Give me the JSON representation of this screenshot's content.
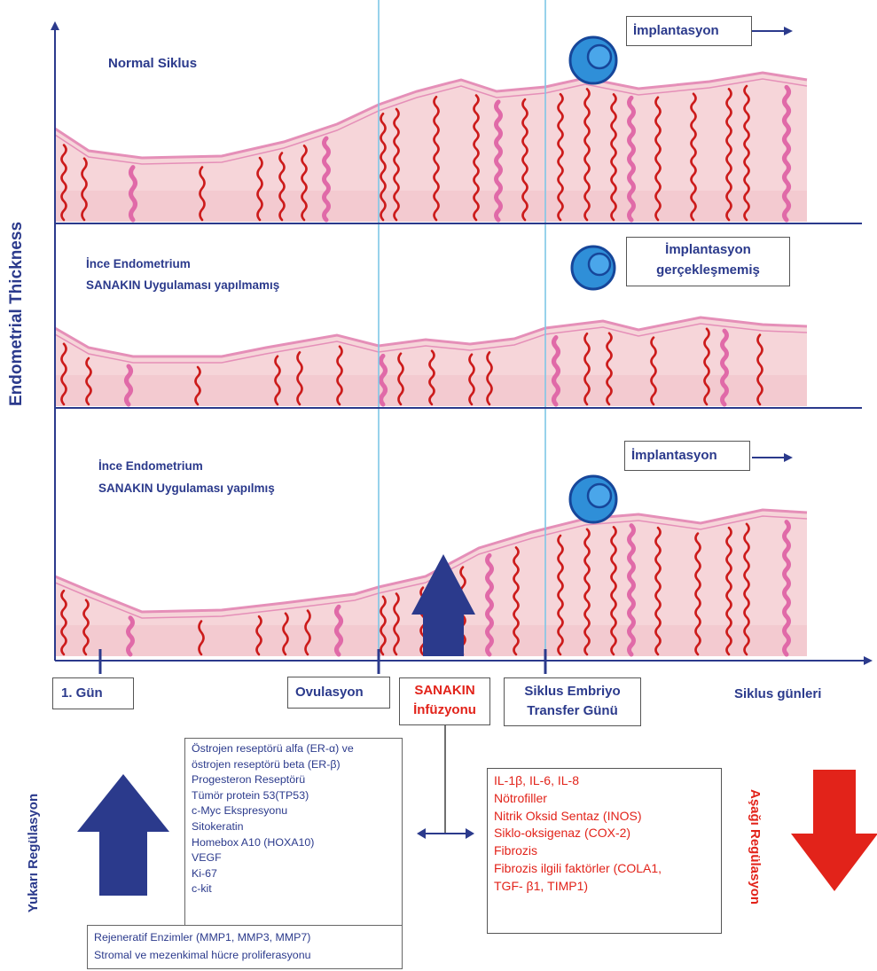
{
  "axis": {
    "y_label": "Endometrial Thickness",
    "x_label": "Siklus günleri"
  },
  "panels": [
    {
      "title": "Normal Siklus",
      "subtitle": "",
      "status": "İmplantasyon",
      "status_line2": ""
    },
    {
      "title": "İnce Endometrium",
      "subtitle": "SANAKIN Uygulaması yapılmamış",
      "status": "İmplantasyon",
      "status_line2": "gerçekleşmemiş"
    },
    {
      "title": "İnce Endometrium",
      "subtitle": "SANAKIN Uygulaması yapılmış",
      "status": "İmplantasyon",
      "status_line2": ""
    }
  ],
  "timeline": {
    "day1": "1. Gün",
    "ovulation": "Ovulasyon",
    "infusion_line1": "SANAKIN",
    "infusion_line2": "İnfüzyonu",
    "transfer_line1": "Siklus Embriyo",
    "transfer_line2": "Transfer Günü"
  },
  "upregulation": {
    "title": "Yukarı Regülasyon",
    "items": [
      "Östrojen reseptörü alfa (ER-α) ve",
      "östrojen reseptörü beta (ER-β)",
      "Progesteron Reseptörü",
      "Tümör protein 53(TP53)",
      "c-Myc Ekspresyonu",
      "Sitokeratin",
      "Homebox A10 (HOXA10)",
      "VEGF",
      "Ki-67",
      "c-kit"
    ],
    "extra_items": [
      "Rejeneratif Enzimler (MMP1, MMP3, MMP7)",
      "Stromal ve mezenkimal hücre proliferasyonu"
    ]
  },
  "downregulation": {
    "title": "Aşağı Regülasyon",
    "items": [
      "IL-1β, IL-6, IL-8",
      "Nötrofiller",
      "Nitrik Oksid Sentaz (INOS)",
      "Siklo-oksigenaz (COX-2)",
      "Fibrozis",
      "Fibrozis ilgili faktörler (COLA1,",
      "TGF- β1, TIMP1)"
    ]
  },
  "colors": {
    "navy": "#2b3a8c",
    "red": "#e2231a",
    "tissue": "#f6d5d9",
    "membrane": "#e58fb8",
    "vessel": "#cc1b1b",
    "embryo": "#2f8fd8",
    "guide": "#7fc6e6"
  }
}
